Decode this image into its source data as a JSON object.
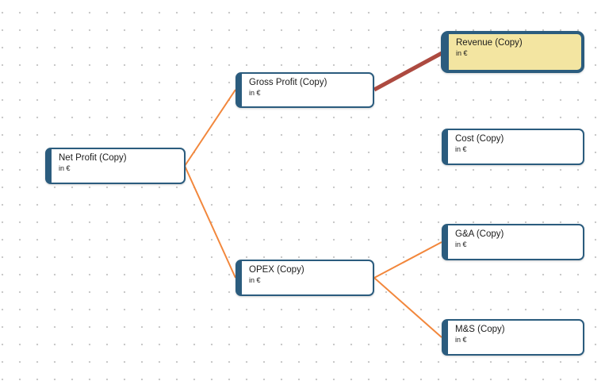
{
  "colors": {
    "node_border": "#2b5c7e",
    "node_fill": "#ffffff",
    "selected_node_fill": "#f3e5a1",
    "edge_default": "#f2873c",
    "edge_highlight": "#ad4a40",
    "grid_dot": "#c9c9c9",
    "text": "#1b1b1b"
  },
  "diagram": {
    "nodes": [
      {
        "title": "Net Profit (Copy)",
        "unit": "in €",
        "selected": false
      },
      {
        "title": "Gross Profit (Copy)",
        "unit": "in €",
        "selected": false
      },
      {
        "title": "OPEX (Copy)",
        "unit": "in €",
        "selected": false
      },
      {
        "title": "Revenue (Copy)",
        "unit": "in €",
        "selected": true
      },
      {
        "title": "Cost (Copy)",
        "unit": "in €",
        "selected": false
      },
      {
        "title": "G&A (Copy)",
        "unit": "in €",
        "selected": false
      },
      {
        "title": "M&S (Copy)",
        "unit": "in €",
        "selected": false
      }
    ],
    "edges": [
      {
        "from": "Net Profit (Copy)",
        "to": "Gross Profit (Copy)",
        "color": "#f2873c",
        "highlighted": false
      },
      {
        "from": "Net Profit (Copy)",
        "to": "OPEX (Copy)",
        "color": "#f2873c",
        "highlighted": false
      },
      {
        "from": "Gross Profit (Copy)",
        "to": "Revenue (Copy)",
        "color": "#ad4a40",
        "highlighted": true
      },
      {
        "from": "OPEX (Copy)",
        "to": "G&A (Copy)",
        "color": "#f2873c",
        "highlighted": false
      },
      {
        "from": "OPEX (Copy)",
        "to": "M&S (Copy)",
        "color": "#f2873c",
        "highlighted": false
      }
    ]
  }
}
